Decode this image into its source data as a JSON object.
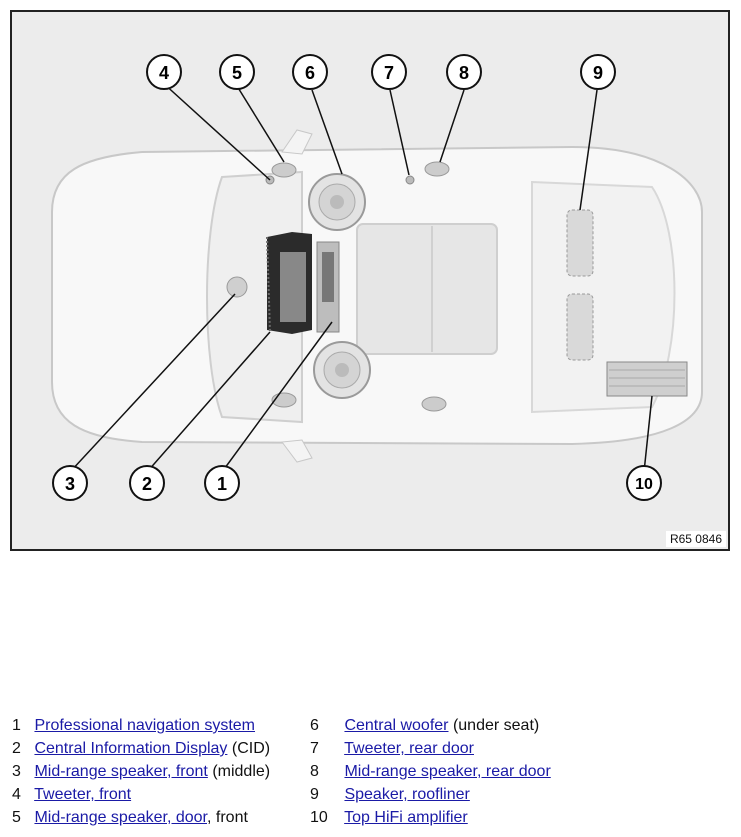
{
  "figure": {
    "code": "R65 0846",
    "callouts": [
      "1",
      "2",
      "3",
      "4",
      "5",
      "6",
      "7",
      "8",
      "9",
      "10"
    ]
  },
  "legend": {
    "items": [
      {
        "num": "1",
        "link": "Professional navigation system",
        "suffix": ""
      },
      {
        "num": "2",
        "link": "Central Information Display",
        "suffix": " (CID)"
      },
      {
        "num": "3",
        "link": "Mid-range speaker, front",
        "suffix": " (middle)"
      },
      {
        "num": "4",
        "link": "Tweeter, front",
        "suffix": ""
      },
      {
        "num": "5",
        "link": "Mid-range speaker, door",
        "suffix": ", front"
      },
      {
        "num": "6",
        "link": "Central woofer",
        "suffix": " (under seat)"
      },
      {
        "num": "7",
        "link": "Tweeter, rear door",
        "suffix": ""
      },
      {
        "num": "8",
        "link": "Mid-range speaker, rear door",
        "suffix": ""
      },
      {
        "num": "9",
        "link": "Speaker, roofliner",
        "suffix": ""
      },
      {
        "num": "10",
        "link": "Top HiFi amplifier",
        "suffix": ""
      }
    ]
  }
}
